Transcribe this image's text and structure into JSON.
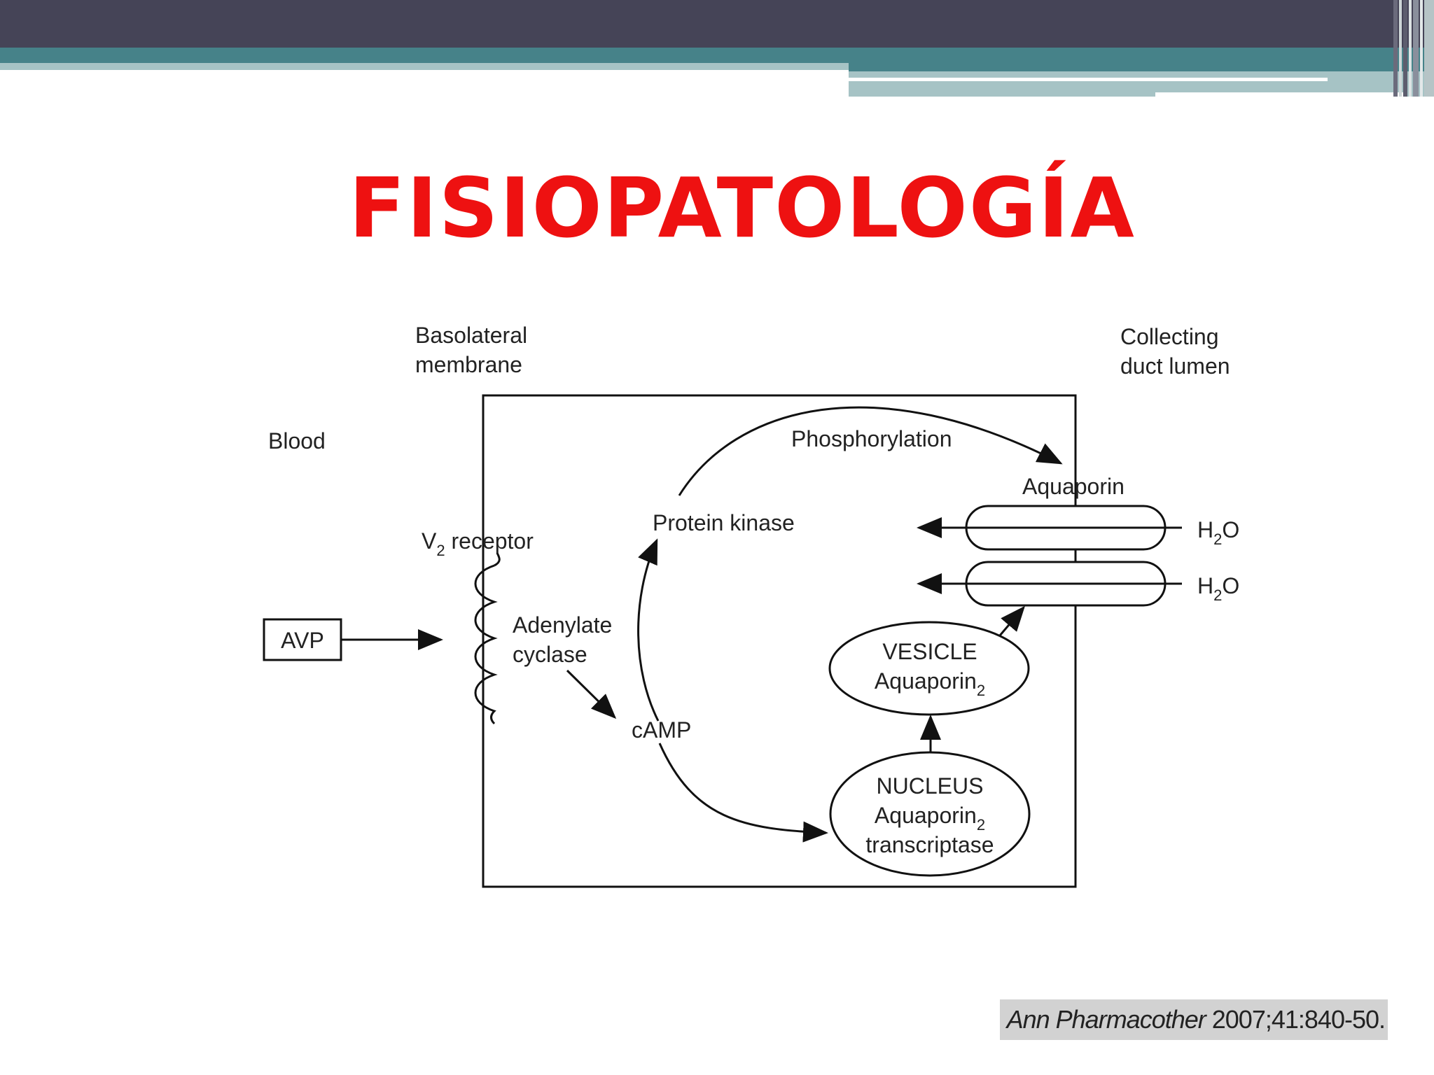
{
  "slide": {
    "title": "FISIOPATOLOGÍA",
    "colors": {
      "title": "#ee1111",
      "banner_dark": "#454457",
      "banner_teal": "#468289",
      "banner_light": "#a6c3c5"
    }
  },
  "diagram": {
    "labels": {
      "basolateral_line1": "Basolateral",
      "basolateral_line2": "membrane",
      "collecting_line1": "Collecting",
      "collecting_line2": "duct lumen",
      "blood": "Blood",
      "v2_receptor_prefix": "V",
      "v2_receptor_sub": "2",
      "v2_receptor_suffix": " receptor",
      "avp": "AVP",
      "adenylate_line1": "Adenylate",
      "adenylate_line2": "cyclase",
      "camp": "cAMP",
      "protein_kinase": "Protein kinase",
      "phosphorylation": "Phosphorylation",
      "aquaporin": "Aquaporin",
      "h2o_h": "H",
      "h2o_sub": "2",
      "h2o_o": "O",
      "vesicle_line1": "VESICLE",
      "vesicle_aquaporin": "Aquaporin",
      "vesicle_sub": "2",
      "nucleus_line1": "NUCLEUS",
      "nucleus_aquaporin": "Aquaporin",
      "nucleus_sub": "2",
      "nucleus_line3": "transcriptase"
    }
  },
  "citation": {
    "journal": "Ann Pharmacother",
    "reference": " 2007;41:840-50."
  }
}
